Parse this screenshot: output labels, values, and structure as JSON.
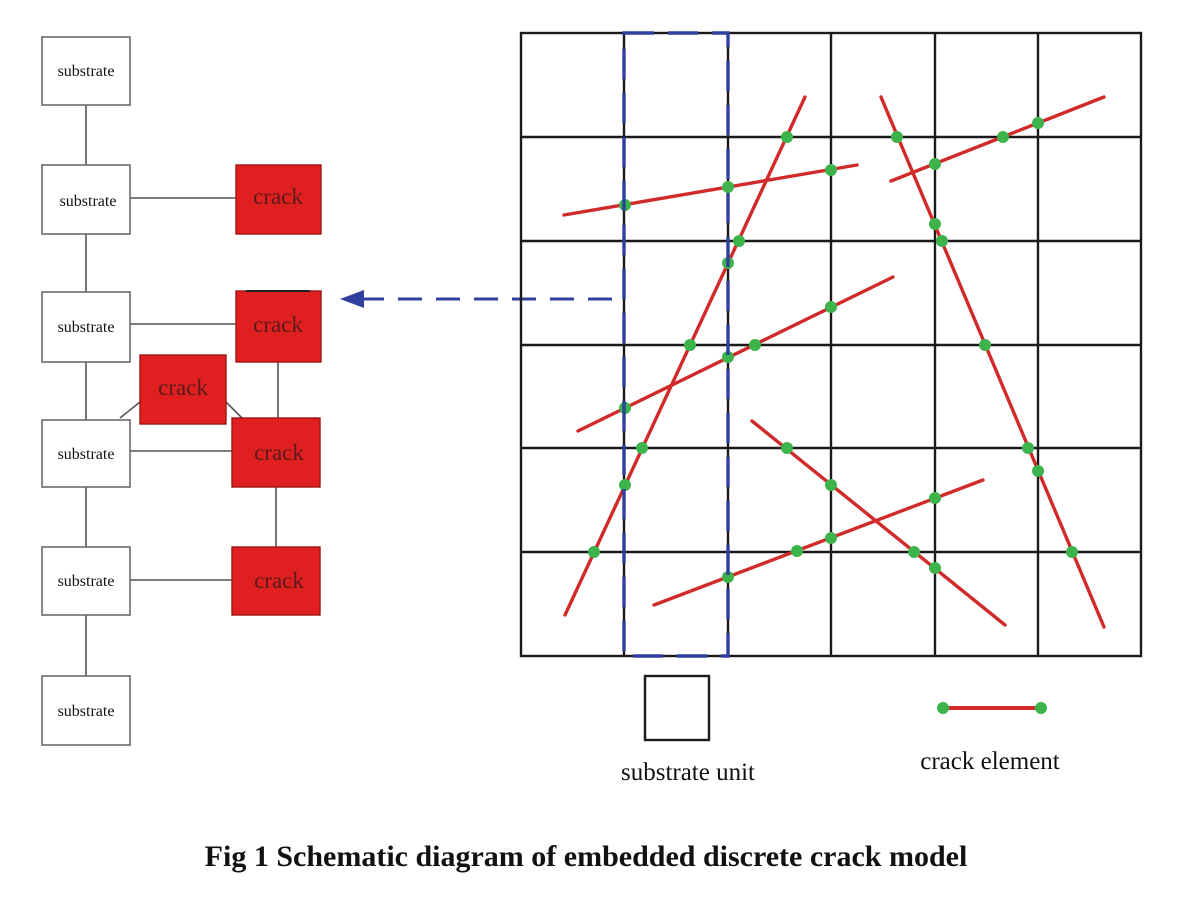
{
  "colors": {
    "grid": "#1a1a1a",
    "crack_fill": "#e02020",
    "crack_line": "#d12a2a",
    "node": "#3cb44b",
    "highlight": "#2e3f9e"
  },
  "left_panel": {
    "substrate_boxes": [
      "substrate",
      "substrate",
      "substrate",
      "substrate",
      "substrate",
      "substrate"
    ],
    "crack_boxes": [
      "crack",
      "crack",
      "crack",
      "crack",
      "crack"
    ]
  },
  "legend": {
    "substrate_unit": "substrate unit",
    "crack_element": "crack element"
  },
  "caption": "Fig 1 Schematic diagram of embedded discrete crack model"
}
